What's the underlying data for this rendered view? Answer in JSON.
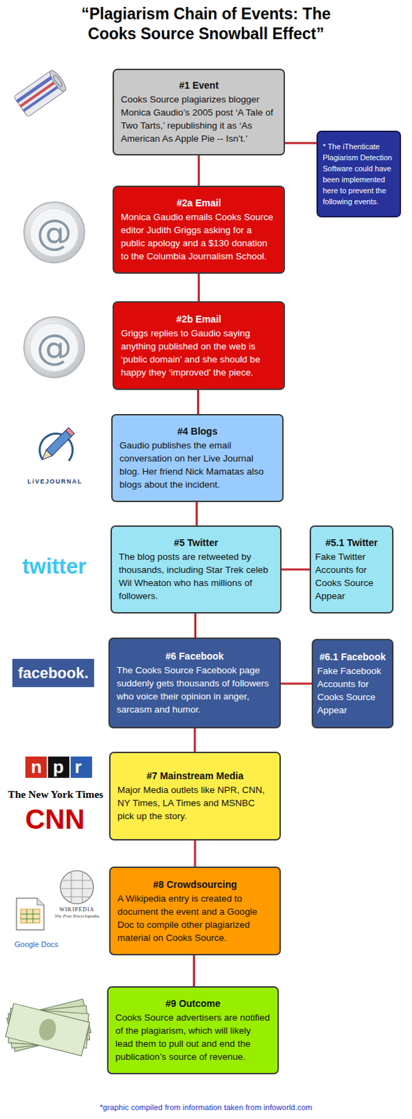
{
  "diagram": {
    "title": "“Plagiarism Chain of Events: The Cooks Source Snowball Effect”",
    "caption": "*graphic compiled from information taken from infoworld.com",
    "nodes": [
      {
        "text": [
          "#1 Event",
          "Cooks Source plagiarizes blogger Monica Gaudio’s 2005 post ‘A Tale of Two Tarts,’ republishing it as ‘As American As Apple Pie -- Isn’t.’"
        ]
      },
      {
        "text": [
          "* The iThenticate Plagiarism Detection Software could have been implemented here to prevent the following events."
        ]
      },
      {
        "text": [
          "#2a Email",
          "Monica Gaudio emails Cooks Source editor Judith Griggs asking for a public apology and a $130 donation to the Columbia Journalism School."
        ]
      },
      {
        "text": [
          "#2b Email",
          "Griggs replies to Gaudio saying anything published on the web is ‘public domain’ and she should be happy they ‘improved’ the piece."
        ]
      },
      {
        "text": [
          "#4 Blogs",
          "Gaudio publishes the email conversation on her Live Journal blog. Her friend Nick Mamatas also blogs about the incident."
        ]
      },
      {
        "text": [
          "#5 Twitter",
          "The blog posts are retweeted by thousands, including Star Trek celeb Wil Wheaton who has millions of followers."
        ]
      },
      {
        "text": [
          "#5.1 Twitter",
          "Fake Twitter Accounts for Cooks Source Appear"
        ]
      },
      {
        "text": [
          "#6 Facebook",
          "The Cooks Source Facebook page suddenly gets thousands of followers who voice their opinion in anger, sarcasm and humor."
        ]
      },
      {
        "text": [
          "#6.1 Facebook",
          "Fake Facebook Accounts for Cooks Source Appear"
        ]
      },
      {
        "text": [
          "#7 Mainstream Media",
          "Major Media outlets like NPR, CNN, NY Times, LA Times and MSNBC pick up the story."
        ]
      },
      {
        "text": [
          "#8 Crowdsourcing",
          "A Wikipedia entry is created to document the event and a Google Doc to compile other plagiarized material on Cooks Source."
        ]
      },
      {
        "text": [
          "#9 Outcome",
          "Cooks Source advertisers are notified of the plagiarism, which will likely lead them to pull out and end the publication’s source of revenue."
        ]
      }
    ],
    "edges": [
      {
        "from": 0,
        "to": 2,
        "arrow": "none"
      },
      {
        "from": 0,
        "to": 1,
        "arrow": "none"
      },
      {
        "from": 2,
        "to": 3,
        "arrow": "none"
      },
      {
        "from": 3,
        "to": 4,
        "arrow": "none"
      },
      {
        "from": 4,
        "to": 5,
        "arrow": "none"
      },
      {
        "from": 5,
        "to": 6,
        "arrow": "none"
      },
      {
        "from": 5,
        "to": 7,
        "arrow": "none"
      },
      {
        "from": 7,
        "to": 8,
        "arrow": "none"
      },
      {
        "from": 7,
        "to": 9,
        "arrow": "none"
      },
      {
        "from": 9,
        "to": 10,
        "arrow": "none"
      },
      {
        "from": 10,
        "to": 11,
        "arrow": "none"
      }
    ],
    "labels": [
      "@",
      "@",
      "LiVEJOURNAL",
      "twitter",
      "facebook.",
      "npr",
      "The New York Times",
      "CNN",
      "WIKIPEDIA",
      "The Free Encyclopedia",
      "Google Docs"
    ]
  }
}
